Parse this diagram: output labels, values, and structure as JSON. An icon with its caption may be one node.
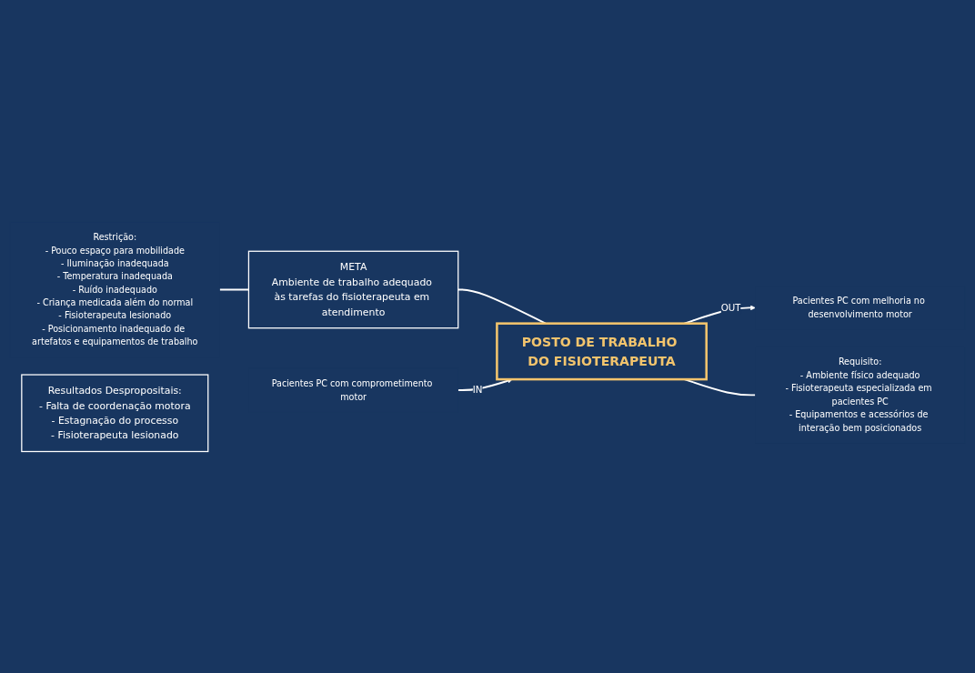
{
  "diagram": {
    "nodes": [
      {
        "text": [
          "Restrição:",
          "- Pouco espaço para mobilidade",
          "- Iluminação inadequada",
          "- Temperatura inadequada",
          "- Ruído inadequado",
          "- Criança medicada além do normal",
          "- Fisioterapeuta lesionado",
          "- Posicionamento inadequado de artefatos e equipamentos de trabalho"
        ]
      },
      {
        "text": [
          "META",
          "Ambiente de trabalho adequado às tarefas do fisioterapeuta em atendimento"
        ]
      },
      {
        "text": [
          "Pacientes PC com comprometimento motor"
        ]
      },
      {
        "text": [
          "POSTO DE TRABALHO DO FISIOTERAPEUTA"
        ]
      },
      {
        "text": [
          "Pacientes PC com melhoria no desenvolvimento motor"
        ]
      },
      {
        "text": [
          "Requisito:",
          "- Ambiente físico adequado",
          "- Fisioterapeuta especializada em pacientes PC",
          "- Equipamentos e acessórios de interação bem posicionados"
        ]
      },
      {
        "text": [
          "Resultados Despropositais:",
          "- Falta de coordenação motora",
          "- Estagnação do processo",
          "- Fisioterapeuta lesionado"
        ]
      }
    ],
    "edges": [
      {
        "from": 0,
        "to": 1,
        "arrow": "none"
      },
      {
        "from": 1,
        "to": 3,
        "arrow": "none"
      },
      {
        "from": 2,
        "to": 3,
        "arrow": "to",
        "label": "IN"
      },
      {
        "from": 3,
        "to": 4,
        "arrow": "to",
        "label": "OUT"
      },
      {
        "from": 3,
        "to": 5,
        "arrow": "none"
      }
    ]
  }
}
